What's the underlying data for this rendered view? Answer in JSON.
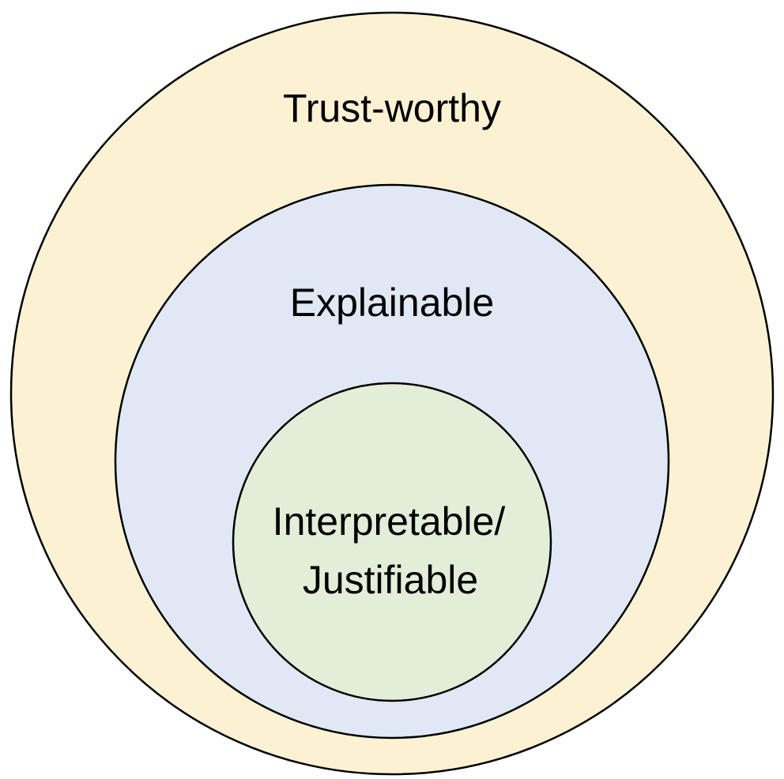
{
  "diagram": {
    "type": "nested-circles",
    "layers": [
      {
        "id": "outer",
        "label": "Trust-worthy",
        "fill": "#fcf2d3"
      },
      {
        "id": "middle",
        "label": "Explainable",
        "fill": "#dfe8f4"
      },
      {
        "id": "inner",
        "label_line1": "Interpretable/",
        "label_line2": "Justifiable",
        "fill": "#e3eed9"
      }
    ],
    "stroke": "#000000"
  }
}
